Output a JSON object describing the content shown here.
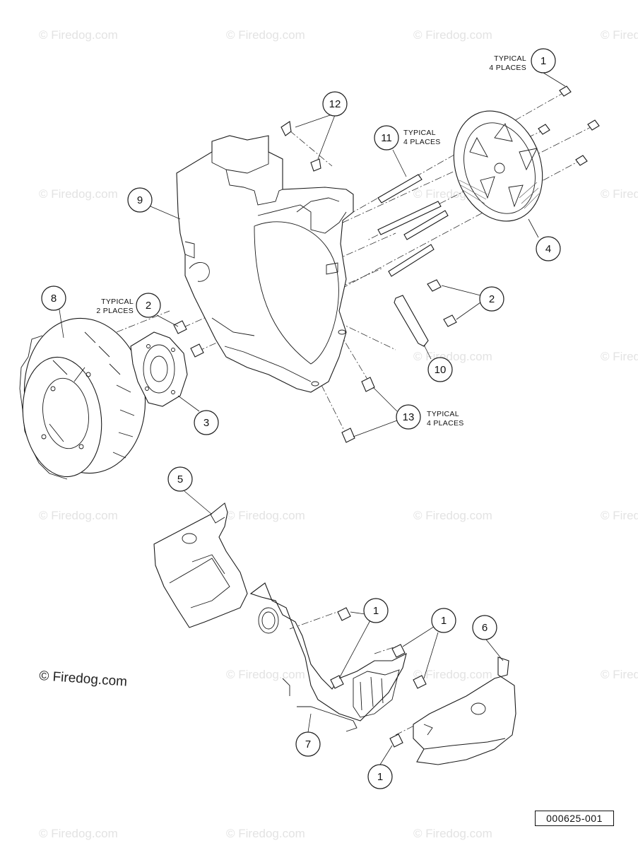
{
  "watermark": "© Firedog.com",
  "document_number": "000625-001",
  "callouts": [
    {
      "id": "c1a",
      "number": "1",
      "note": [
        "TYPICAL",
        "4 PLACES"
      ]
    },
    {
      "id": "c12",
      "number": "12"
    },
    {
      "id": "c11",
      "number": "11",
      "note": [
        "TYPICAL",
        "4 PLACES"
      ]
    },
    {
      "id": "c9",
      "number": "9"
    },
    {
      "id": "c4",
      "number": "4"
    },
    {
      "id": "c8",
      "number": "8"
    },
    {
      "id": "c2a",
      "number": "2",
      "note": [
        "TYPICAL",
        "2 PLACES"
      ]
    },
    {
      "id": "c2b",
      "number": "2"
    },
    {
      "id": "c10",
      "number": "10"
    },
    {
      "id": "c3",
      "number": "3"
    },
    {
      "id": "c13",
      "number": "13",
      "note": [
        "TYPICAL",
        "4 PLACES"
      ]
    },
    {
      "id": "c5",
      "number": "5"
    },
    {
      "id": "c1b",
      "number": "1"
    },
    {
      "id": "c1c",
      "number": "1"
    },
    {
      "id": "c6",
      "number": "6"
    },
    {
      "id": "c7",
      "number": "7"
    },
    {
      "id": "c1d",
      "number": "1"
    }
  ]
}
